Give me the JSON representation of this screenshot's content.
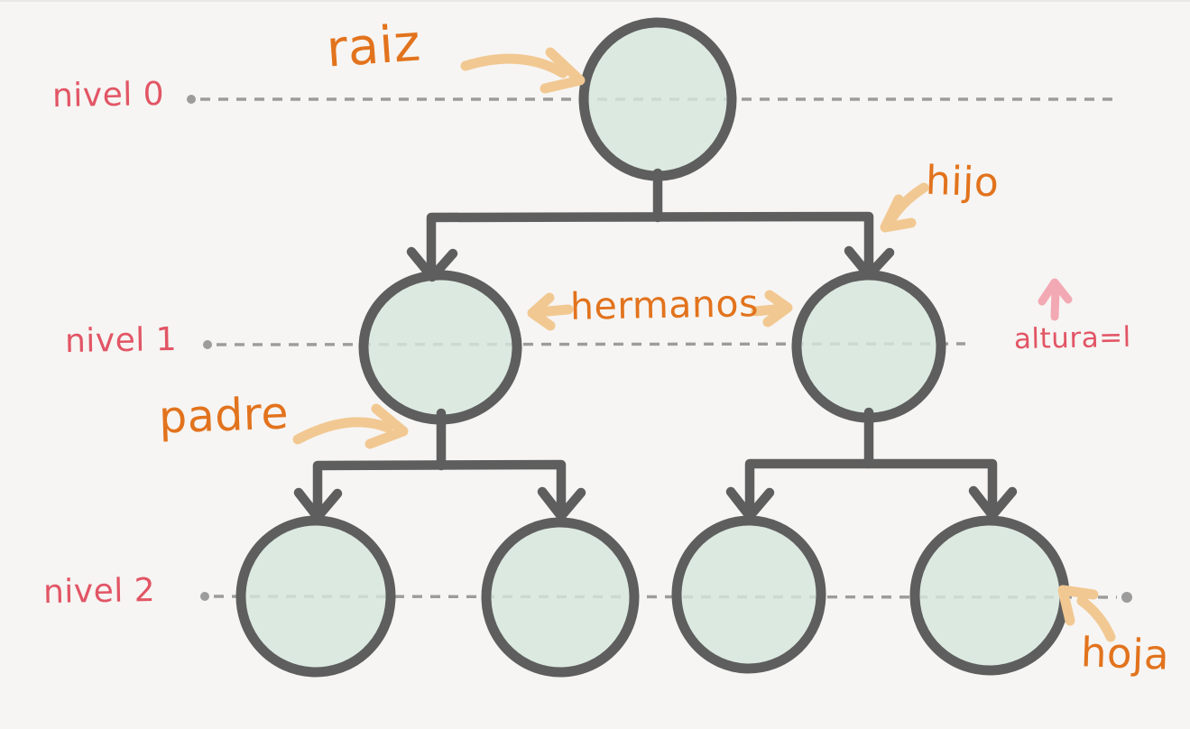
{
  "diagram_type": "tree-structure-sketch",
  "levels": [
    {
      "label": "nivel 0"
    },
    {
      "label": "nivel 1"
    },
    {
      "label": "nivel 2"
    }
  ],
  "annotations": {
    "root": "raiz",
    "child": "hijo",
    "siblings": "hermanos",
    "parent": "padre",
    "leaf": "hoja",
    "height": "altura=l"
  },
  "tree": {
    "node_count": 7,
    "depth_levels": 3,
    "structure": "root with 2 children; each child has 2 leaf children",
    "height_value": 1
  },
  "colors": {
    "background": "#f6f5f3",
    "node_fill": "#d5e7dc",
    "node_stroke": "#5e5e5e",
    "connector": "#5e5e5e",
    "dashed_line": "#9c9c9c",
    "level_label": "#e25565",
    "annotation_orange": "#e2731d",
    "arrow_tan": "#f2c892",
    "arrow_pink": "#f3a9b4"
  }
}
